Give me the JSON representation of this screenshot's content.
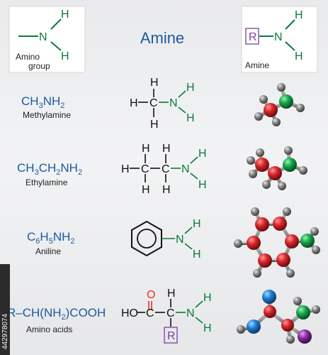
{
  "title": "Amine",
  "amino_group_panel": {
    "atom_h1": "H",
    "atom_n": "N",
    "atom_h2": "H",
    "label_line1": "Amino",
    "label_line2": "group"
  },
  "amine_panel": {
    "r": "R",
    "atom_n": "N",
    "atom_h1": "H",
    "atom_h2": "H",
    "label": "Amine"
  },
  "rows": [
    {
      "formula_parts": [
        "CH",
        "3",
        "NH",
        "2"
      ],
      "name": "Methylamine"
    },
    {
      "formula_parts": [
        "CH",
        "3",
        "CH",
        "2",
        "NH",
        "2"
      ],
      "name": "Ethylamine"
    },
    {
      "formula_parts": [
        "C",
        "6",
        "H",
        "5",
        "NH",
        "2"
      ],
      "name": "Aniline"
    },
    {
      "formula_parts": [
        "R–CH(NH",
        "2",
        ")COOH"
      ],
      "name": "Amino acids"
    }
  ],
  "atoms": {
    "H": "H",
    "C": "C",
    "N": "N",
    "O": "O",
    "HO": "HO",
    "R": "R"
  },
  "stock_id": "442978074",
  "colors": {
    "nitrogen": "#0b7a3b",
    "hydrogen": "#6b6b6b",
    "carbon": "#d12a2a",
    "oxygen": "#e8301e",
    "title": "#1d5a9e",
    "r_group": "#7b3fa0",
    "ball_n": "#17a84d",
    "ball_c": "#d8262b",
    "ball_h": "#8a8a8a",
    "ball_o_blue": "#1f7fd4",
    "ball_r_purple": "#8c2fa0"
  }
}
